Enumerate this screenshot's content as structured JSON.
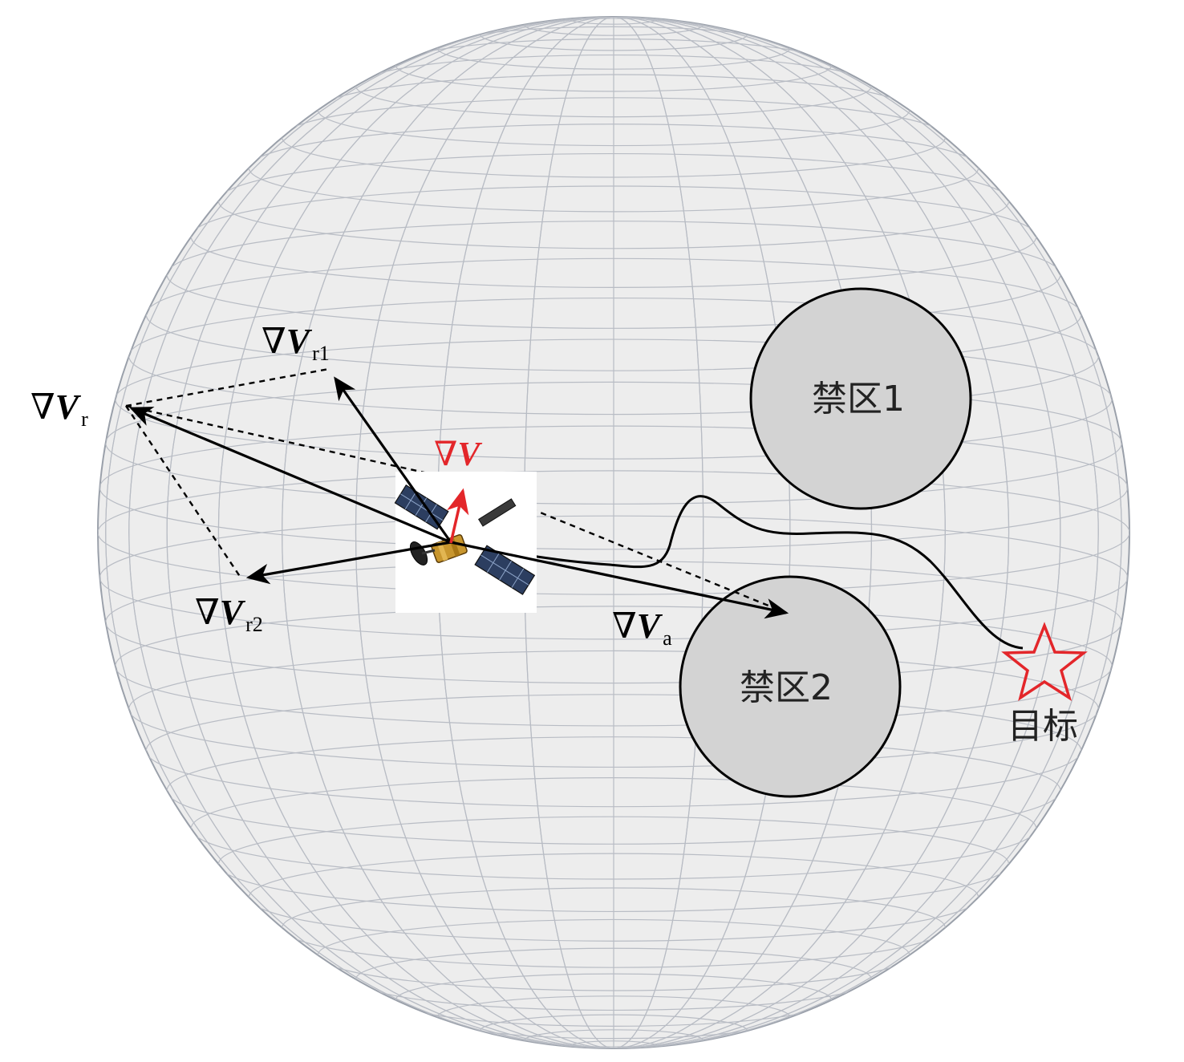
{
  "labels": {
    "grad_r1": {
      "symbol": "∇",
      "var": "V",
      "sub": "r1"
    },
    "grad_r": {
      "symbol": "∇",
      "var": "V",
      "sub": "r"
    },
    "grad_r2": {
      "symbol": "∇",
      "var": "V",
      "sub": "r2"
    },
    "grad_a": {
      "symbol": "∇",
      "var": "V",
      "sub": "a"
    },
    "grad_total": {
      "symbol": "∇",
      "var": "V"
    }
  },
  "zones": [
    {
      "label": "禁区1"
    },
    {
      "label": "禁区2"
    }
  ],
  "target": {
    "label": "目标"
  },
  "colors": {
    "sphere_fill": "#ededed",
    "sphere_grid": "#b8bcc4",
    "zone_fill": "#d3d3d3",
    "stroke": "#000000",
    "total_gradient": "#e3262a",
    "target_star": "#e3262a"
  }
}
